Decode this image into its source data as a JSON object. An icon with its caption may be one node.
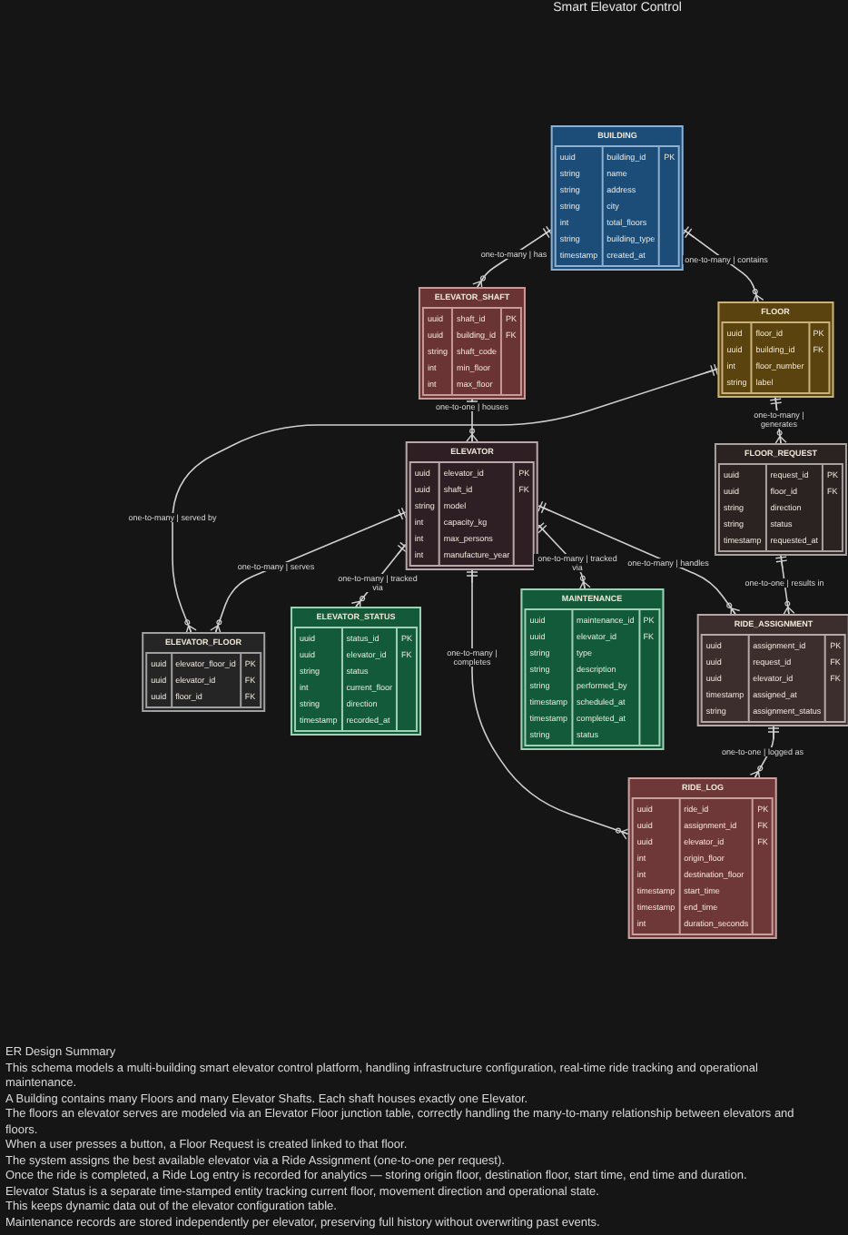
{
  "diagram": {
    "title": "Smart Elevator Control",
    "nodes": [
      {
        "text": [
          "BUILDING"
        ]
      },
      {
        "text": [
          "uuid",
          "string",
          "string",
          "string",
          "int",
          "string",
          "timestamp"
        ],
        "in": 0
      },
      {
        "text": [
          "building_id",
          "name",
          "address",
          "city",
          "total_floors",
          "building_type",
          "created_at"
        ],
        "in": 0
      },
      {
        "text": [
          "PK"
        ],
        "in": 0
      },
      {
        "text": [
          "ELEVATOR_SHAFT"
        ]
      },
      {
        "text": [
          "uuid",
          "uuid",
          "string",
          "int",
          "int"
        ],
        "in": 4
      },
      {
        "text": [
          "shaft_id",
          "building_id",
          "shaft_code",
          "min_floor",
          "max_floor"
        ],
        "in": 4
      },
      {
        "text": [
          "PK",
          "FK"
        ],
        "in": 4
      },
      {
        "text": [
          "FLOOR"
        ]
      },
      {
        "text": [
          "uuid",
          "uuid",
          "int",
          "string"
        ],
        "in": 8
      },
      {
        "text": [
          "floor_id",
          "building_id",
          "floor_number",
          "label"
        ],
        "in": 8
      },
      {
        "text": [
          "PK",
          "FK"
        ],
        "in": 8
      },
      {
        "text": [
          "ELEVATOR"
        ]
      },
      {
        "text": [
          "uuid",
          "uuid",
          "string",
          "int",
          "int",
          "int"
        ],
        "in": 12
      },
      {
        "text": [
          "elevator_id",
          "shaft_id",
          "model",
          "capacity_kg",
          "max_persons",
          "manufacture_year"
        ],
        "in": 12
      },
      {
        "text": [
          "PK",
          "FK"
        ],
        "in": 12
      },
      {
        "text": [
          "FLOOR_REQUEST"
        ]
      },
      {
        "text": [
          "uuid",
          "uuid",
          "string",
          "string",
          "timestamp"
        ],
        "in": 16
      },
      {
        "text": [
          "request_id",
          "floor_id",
          "direction",
          "status",
          "requested_at"
        ],
        "in": 16
      },
      {
        "text": [
          "PK",
          "FK"
        ],
        "in": 16
      },
      {
        "text": [
          "ELEVATOR_FLOOR"
        ]
      },
      {
        "text": [
          "uuid",
          "uuid",
          "uuid"
        ],
        "in": 20
      },
      {
        "text": [
          "elevator_floor_id",
          "elevator_id",
          "floor_id"
        ],
        "in": 20
      },
      {
        "text": [
          "PK",
          "FK",
          "FK"
        ],
        "in": 20
      },
      {
        "text": [
          "ELEVATOR_STATUS"
        ]
      },
      {
        "text": [
          "uuid",
          "uuid",
          "string",
          "int",
          "string",
          "timestamp"
        ],
        "in": 24
      },
      {
        "text": [
          "status_id",
          "elevator_id",
          "status",
          "current_floor",
          "direction",
          "recorded_at"
        ],
        "in": 24
      },
      {
        "text": [
          "PK",
          "FK"
        ],
        "in": 24
      },
      {
        "text": [
          "MAINTENANCE"
        ]
      },
      {
        "text": [
          "uuid",
          "uuid",
          "string",
          "string",
          "string",
          "timestamp",
          "timestamp",
          "string"
        ],
        "in": 28
      },
      {
        "text": [
          "maintenance_id",
          "elevator_id",
          "type",
          "description",
          "performed_by",
          "scheduled_at",
          "completed_at",
          "status"
        ],
        "in": 28
      },
      {
        "text": [
          "PK",
          "FK"
        ],
        "in": 28
      },
      {
        "text": [
          "RIDE_ASSIGNMENT"
        ]
      },
      {
        "text": [
          "uuid",
          "uuid",
          "uuid",
          "timestamp",
          "string"
        ],
        "in": 32
      },
      {
        "text": [
          "assignment_id",
          "request_id",
          "elevator_id",
          "assigned_at",
          "assignment_status"
        ],
        "in": 32
      },
      {
        "text": [
          "PK",
          "FK",
          "FK"
        ],
        "in": 32
      },
      {
        "text": [
          "RIDE_LOG"
        ]
      },
      {
        "text": [
          "uuid",
          "uuid",
          "uuid",
          "int",
          "int",
          "timestamp",
          "timestamp",
          "int"
        ],
        "in": 36
      },
      {
        "text": [
          "ride_id",
          "assignment_id",
          "elevator_id",
          "origin_floor",
          "destination_floor",
          "start_time",
          "end_time",
          "duration_seconds"
        ],
        "in": 36
      },
      {
        "text": [
          "PK",
          "FK",
          "FK"
        ],
        "in": 36
      }
    ],
    "edges": [
      {
        "from": 0,
        "to": 4,
        "arrow": "other",
        "label": "one-to-many | has"
      },
      {
        "from": 0,
        "to": 8,
        "arrow": "other",
        "label": "one-to-many | contains"
      },
      {
        "from": 4,
        "to": 12,
        "arrow": "other",
        "label": "one-to-one | houses"
      },
      {
        "from": 8,
        "to": 16,
        "arrow": "other",
        "label": "one-to-many | generates"
      },
      {
        "from": 8,
        "to": 20,
        "arrow": "other",
        "label": "one-to-many | served by"
      },
      {
        "from": 12,
        "to": 20,
        "arrow": "other",
        "label": "one-to-many | serves"
      },
      {
        "from": 12,
        "to": 24,
        "arrow": "other",
        "label": "one-to-many | tracked via"
      },
      {
        "from": 12,
        "to": 28,
        "arrow": "other",
        "label": "one-to-many | tracked via"
      },
      {
        "from": 12,
        "to": 32,
        "arrow": "other",
        "label": "one-to-many | handles"
      },
      {
        "from": 16,
        "to": 32,
        "arrow": "other",
        "label": "one-to-one | results in"
      },
      {
        "from": 32,
        "to": 36,
        "arrow": "other",
        "label": "one-to-one | logged as"
      },
      {
        "from": 12,
        "to": 36,
        "arrow": "other",
        "label": "one-to-many | completes"
      }
    ],
    "labels": [
      "ER Design Summary",
      "This schema models a multi-building smart elevator control platform, handling infrastructure configuration, real-time ride tracking and operational maintenance.",
      "A Building contains many Floors and many Elevator Shafts. Each shaft houses exactly one Elevator.",
      "The floors an elevator serves are modeled via an Elevator Floor junction table, correctly handling the many-to-many relationship between elevators and floors.",
      "When a user presses a button, a Floor Request is created linked to that floor.",
      "The system assigns the best available elevator via a Ride Assignment (one-to-one per request).",
      "Once the ride is completed, a Ride Log entry is recorded for analytics — storing origin floor, destination floor, start time, end time and duration.",
      "Elevator Status is a separate time-stamped entity tracking current floor, movement direction and operational state.",
      "This keeps dynamic data out of the elevator configuration table.",
      "Maintenance records are stored independently per elevator, preserving full history without overwriting past events."
    ]
  }
}
